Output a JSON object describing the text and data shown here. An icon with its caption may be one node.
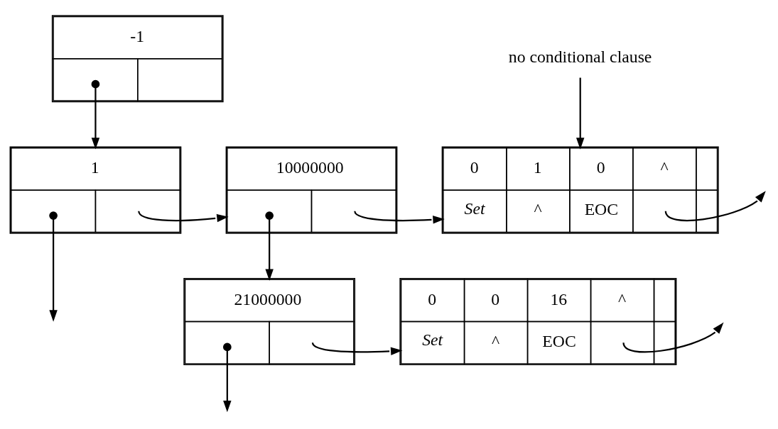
{
  "diagram": {
    "nodes": [
      {
        "text": [
          "-1"
        ]
      },
      {
        "text": [
          "no conditional clause"
        ]
      },
      {
        "text": [
          "1"
        ]
      },
      {
        "text": [
          "10000000"
        ]
      },
      {
        "text": [
          "0",
          "1",
          "0",
          "^",
          "Set",
          "^",
          "EOC"
        ]
      },
      {
        "text": [
          "21000000"
        ]
      },
      {
        "text": [
          "0",
          "0",
          "16",
          "^",
          "Set",
          "^",
          "EOC"
        ]
      }
    ],
    "edges": [
      {
        "from": 0,
        "to": 2,
        "arrow": "to"
      },
      {
        "from": 1,
        "to": 4,
        "arrow": "to"
      },
      {
        "from": 2,
        "to": null,
        "arrow": "to"
      },
      {
        "from": 2,
        "to": 3,
        "arrow": "to"
      },
      {
        "from": 3,
        "to": 5,
        "arrow": "to"
      },
      {
        "from": 3,
        "to": 4,
        "arrow": "to"
      },
      {
        "from": 4,
        "to": null,
        "arrow": "to"
      },
      {
        "from": 5,
        "to": null,
        "arrow": "to"
      },
      {
        "from": 5,
        "to": 6,
        "arrow": "to"
      },
      {
        "from": 6,
        "to": null,
        "arrow": "to"
      }
    ]
  }
}
